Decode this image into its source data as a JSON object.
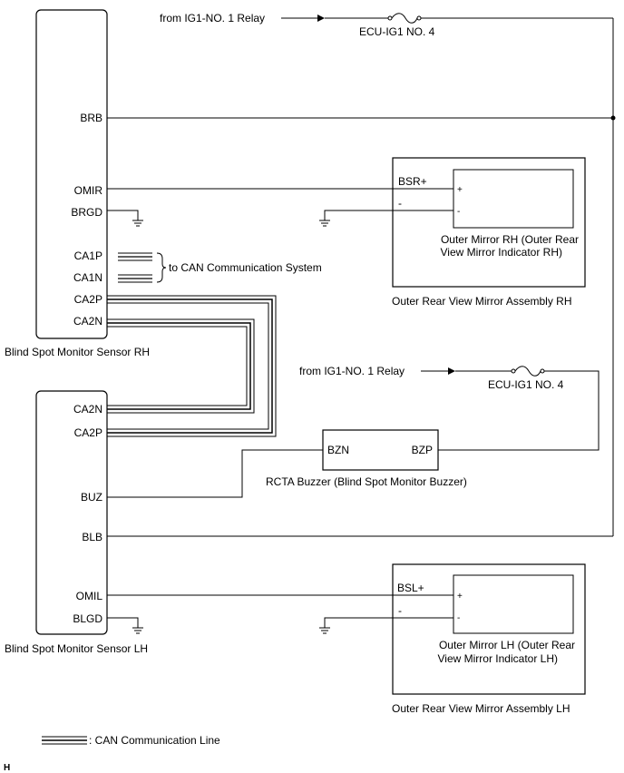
{
  "sensor_rh": {
    "title": "Blind Spot Monitor Sensor RH",
    "pins": {
      "brb": "BRB",
      "omir": "OMIR",
      "brgd": "BRGD",
      "ca1p": "CA1P",
      "ca1n": "CA1N",
      "ca2p": "CA2P",
      "ca2n": "CA2N"
    }
  },
  "sensor_lh": {
    "title": "Blind Spot Monitor Sensor LH",
    "pins": {
      "ca2n": "CA2N",
      "ca2p": "CA2P",
      "buz": "BUZ",
      "blb": "BLB",
      "omil": "OMIL",
      "blgd": "BLGD"
    }
  },
  "power": {
    "relay_top": "from IG1-NO. 1 Relay",
    "fuse_top": "ECU-IG1 NO. 4",
    "relay_mid": "from IG1-NO. 1 Relay",
    "fuse_mid": "ECU-IG1 NO. 4"
  },
  "can_note": "to CAN Communication System",
  "mirror_rh": {
    "assembly": "Outer Rear View Mirror Assembly RH",
    "component_line1": "Outer Mirror RH (Outer Rear",
    "component_line2": "View Mirror Indicator RH)",
    "pin_plus": "BSR+",
    "pin_minus": "-",
    "inner_plus": "+",
    "inner_minus": "-"
  },
  "mirror_lh": {
    "assembly": "Outer Rear View Mirror Assembly LH",
    "component_line1": "Outer Mirror LH (Outer Rear",
    "component_line2": "View Mirror Indicator LH)",
    "pin_plus": "BSL+",
    "pin_minus": "-",
    "inner_plus": "+",
    "inner_minus": "-"
  },
  "buzzer": {
    "title": "RCTA Buzzer (Blind Spot Monitor Buzzer)",
    "pin_n": "BZN",
    "pin_p": "BZP"
  },
  "legend": {
    "can_line": ": CAN Communication Line"
  },
  "footer_mark": "H"
}
